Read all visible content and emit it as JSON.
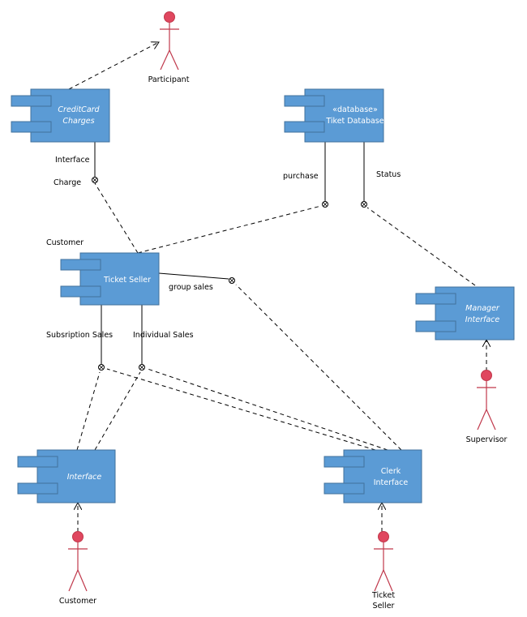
{
  "components": {
    "creditcard": {
      "line1": "CreditCard",
      "line2": "Charges"
    },
    "database": {
      "line1": "«database»",
      "line2": "Tiket Database"
    },
    "ticketseller": {
      "line1": "Ticket Seller"
    },
    "manager": {
      "line1": "Manager",
      "line2": "Interface"
    },
    "interface": {
      "line1": "Interface"
    },
    "clerk": {
      "line1": "Clerk",
      "line2": "Interface"
    }
  },
  "actors": {
    "participant": "Participant",
    "supervisor": "Supervisor",
    "customer": "Customer",
    "ticketseller_line1": "Ticket",
    "ticketseller_line2": "Seller"
  },
  "labels": {
    "interface": "Interface",
    "charge": "Charge",
    "purchase": "purchase",
    "status": "Status",
    "customer": "Customer",
    "group_sales": "group sales",
    "subscription_sales": "Subsription Sales",
    "individual_sales": "Individual Sales"
  },
  "colors": {
    "component_fill": "#5B9BD5",
    "component_stroke": "#41719C",
    "actor": "#E0475F"
  }
}
